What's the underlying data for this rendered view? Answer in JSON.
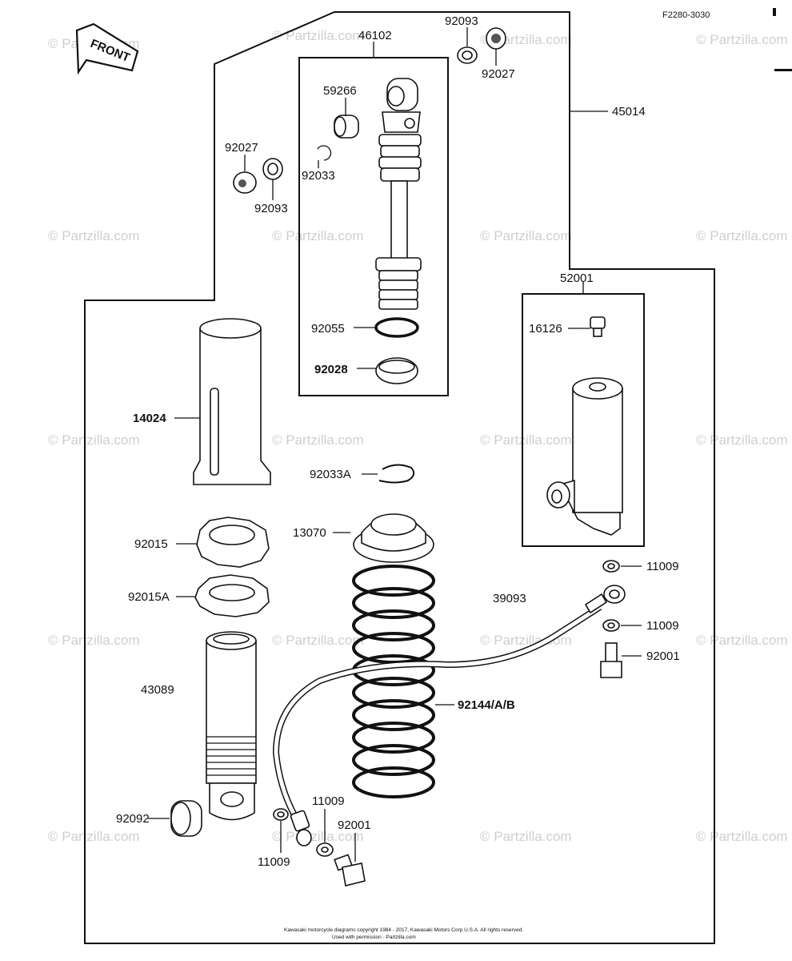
{
  "diagram_code": "F2280-3030",
  "front_label": "FRONT",
  "watermark": "© Partzilla.com",
  "copyright_line1": "Kawasaki motorcycle diagrams copyright 1984 - 2017, Kawasaki Motors Corp U.S.A. All rights reserved.",
  "copyright_line2": "Used with permission - Partzilla.com",
  "parts": {
    "p46102": "46102",
    "p92093_top": "92093",
    "p92027_top": "92027",
    "p45014": "45014",
    "p59266": "59266",
    "p92027_left": "92027",
    "p92033": "92033",
    "p92093_left": "92093",
    "p52001": "52001",
    "p16126": "16126",
    "p92055": "92055",
    "p92028": "92028",
    "p14024": "14024",
    "p92033A": "92033A",
    "p92015": "92015",
    "p13070": "13070",
    "p92015A": "92015A",
    "p11009_a": "11009",
    "p39093": "39093",
    "p11009_b": "11009",
    "p92001_right": "92001",
    "p43089": "43089",
    "p92144": "92144/A/B",
    "p92092": "92092",
    "p11009_c": "11009",
    "p92001_bottom": "92001",
    "p11009_d": "11009"
  }
}
